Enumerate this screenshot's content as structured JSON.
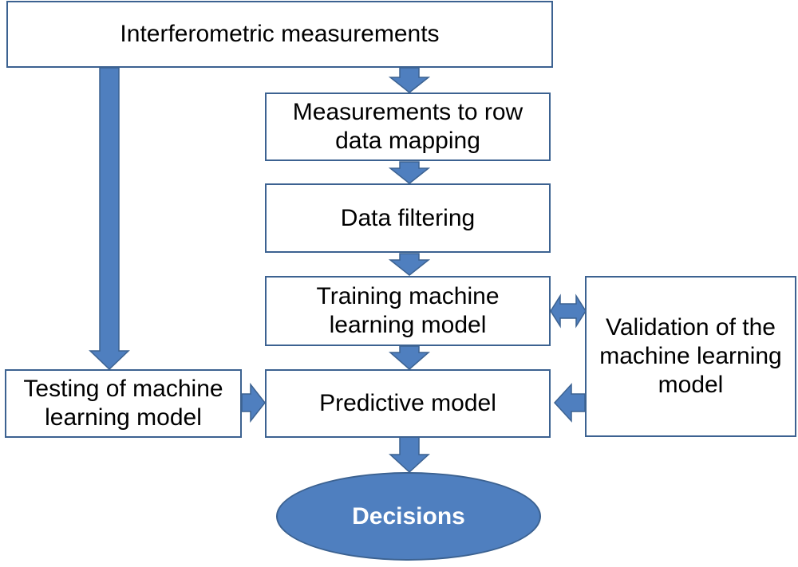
{
  "colors": {
    "arrow_fill": "#4f7fbf",
    "arrow_stroke": "#3c6291",
    "box_border": "#3c6291",
    "oval_fill": "#4f7fbf",
    "oval_text": "#ffffff"
  },
  "nodes": {
    "interferometric": "Interferometric measurements",
    "mapping": "Measurements to row data mapping",
    "filtering": "Data filtering",
    "training": "Training machine learning model",
    "validation": "Validation of the machine learning model",
    "testing": "Testing of machine learning model",
    "predictive": "Predictive model",
    "decisions": "Decisions"
  },
  "edges": [
    {
      "from": "interferometric",
      "to": "mapping"
    },
    {
      "from": "mapping",
      "to": "filtering"
    },
    {
      "from": "filtering",
      "to": "training"
    },
    {
      "from": "training",
      "to": "validation",
      "bidirectional": true
    },
    {
      "from": "training",
      "to": "predictive"
    },
    {
      "from": "interferometric",
      "to": "testing"
    },
    {
      "from": "testing",
      "to": "predictive"
    },
    {
      "from": "validation",
      "to": "predictive"
    },
    {
      "from": "predictive",
      "to": "decisions"
    }
  ]
}
